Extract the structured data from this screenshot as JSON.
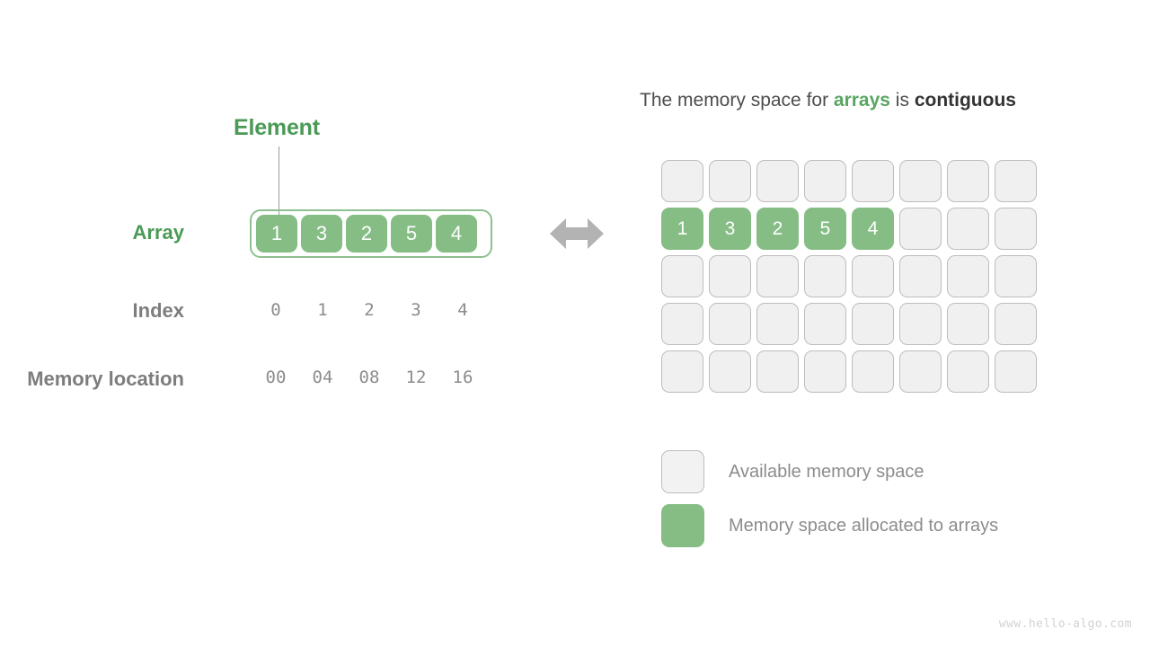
{
  "left": {
    "element_label": "Element",
    "labels": {
      "array": "Array",
      "index": "Index",
      "memory_location": "Memory location"
    },
    "array_values": [
      "1",
      "3",
      "2",
      "5",
      "4"
    ],
    "indices": [
      "0",
      "1",
      "2",
      "3",
      "4"
    ],
    "memory_locations": [
      "00",
      "04",
      "08",
      "12",
      "16"
    ],
    "arrow_icon": "double-arrow-horizontal-icon"
  },
  "right": {
    "title": {
      "part1": "The memory space for ",
      "highlight_green": "arrays",
      "part2": " is ",
      "highlight_dark": "contiguous"
    },
    "grid": {
      "columns": 8,
      "rows": 5,
      "allocated_row_index": 1,
      "allocated_values": [
        "1",
        "3",
        "2",
        "5",
        "4"
      ]
    },
    "legend": [
      {
        "swatch": "free",
        "text": "Available memory space"
      },
      {
        "swatch": "used",
        "text": "Memory space allocated to arrays"
      }
    ]
  },
  "watermark": "www.hello-algo.com",
  "colors": {
    "cell_green": "#85bd85",
    "label_green": "#4a9a56",
    "title_green": "#5aa562",
    "free_cell_bg": "#f0f0f0",
    "free_cell_border": "#bdbdbd",
    "gray_text": "#8c8c8c",
    "dark_text": "#4d4d4d",
    "arrow_gray": "#b3b3b3",
    "watermark_gray": "#d2d2d2"
  }
}
